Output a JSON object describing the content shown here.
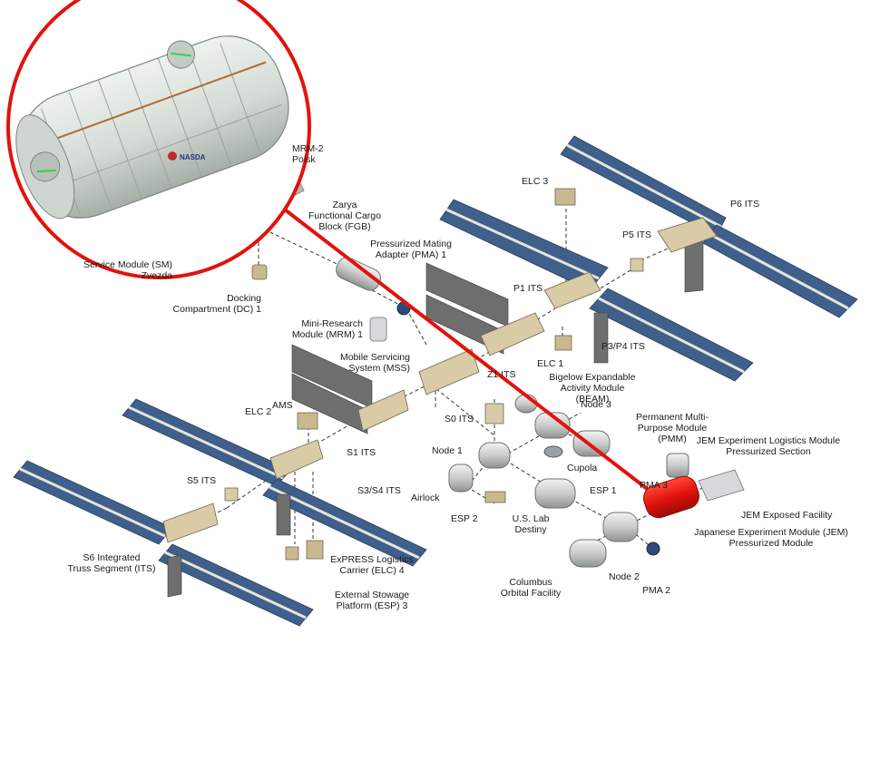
{
  "labels": {
    "mrm2": "MRM-2\nPoisk",
    "service_module": "Service Module (SM)\nZvezda",
    "docking_compartment": "Docking\nCompartment (DC) 1",
    "zarya": "Zarya\nFunctional Cargo\nBlock (FGB)",
    "pma1": "Pressurized Mating\nAdapter (PMA) 1",
    "mrm1": "Mini-Research\nModule (MRM) 1",
    "mss": "Mobile Servicing\nSystem (MSS)",
    "elc3": "ELC 3",
    "p6": "P6 ITS",
    "p5": "P5 ITS",
    "p1": "P1 ITS",
    "p3p4": "P3/P4 ITS",
    "elc1": "ELC 1",
    "z1": "Z1 ITS",
    "beam": "Bigelow Expandable\nActivity Module (BEAM)",
    "node3": "Node 3",
    "pmm": "Permanent Multi-\nPurpose Module (PMM)",
    "ams": "AMS",
    "elc2": "ELC 2",
    "s0": "S0 ITS",
    "s1": "S1 ITS",
    "node1": "Node 1",
    "cupola": "Cupola",
    "jem_elm": "JEM Experiment Logistics Module\nPressurized Section",
    "s5": "S5 ITS",
    "s3s4": "S3/S4 ITS",
    "airlock": "Airlock",
    "esp1": "ESP 1",
    "pma3": "PMA 3",
    "jem_ef": "JEM Exposed Facility",
    "esp2": "ESP 2",
    "us_lab": "U.S. Lab\nDestiny",
    "jem_pm": "Japanese Experiment Module (JEM)\nPressurized Module",
    "s6": "S6 Integrated\nTruss Segment (ITS)",
    "elc4": "ExPRESS Logistics\nCarrier (ELC) 4",
    "esp3": "External Stowage\nPlatform (ESP) 3",
    "columbus": "Columbus\nOrbital Facility",
    "node2": "Node 2",
    "pma2": "PMA 2"
  },
  "inset": {
    "logo_text": "NASDA"
  },
  "colors": {
    "highlight": "#e3120b",
    "solar_wing": "#3f5f8c",
    "truss": "#d8cba6",
    "module": "#d6d8da"
  }
}
